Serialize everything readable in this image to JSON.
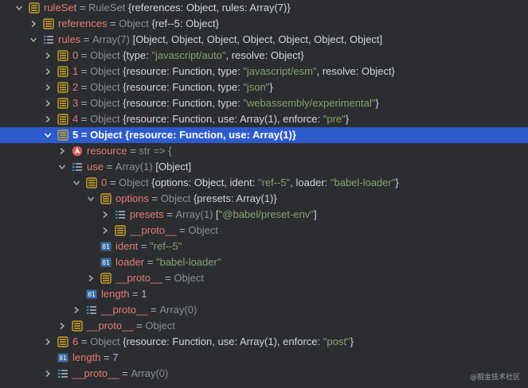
{
  "rows": [
    {
      "indent": 0,
      "toggle": "open",
      "icon": "object",
      "name": "ruleSet",
      "type": "RuleSet",
      "value": [
        [
          "{",
          ""
        ],
        [
          "references",
          "k"
        ],
        [
          ": Object, ",
          ""
        ],
        [
          "rules",
          "k"
        ],
        [
          ": Array(7)}",
          ""
        ]
      ]
    },
    {
      "indent": 1,
      "toggle": "closed",
      "icon": "object",
      "name": "references",
      "type": "Object",
      "value": [
        [
          "{",
          ""
        ],
        [
          "ref--5",
          "k"
        ],
        [
          ": Object}",
          ""
        ]
      ]
    },
    {
      "indent": 1,
      "toggle": "open",
      "icon": "array",
      "name": "rules",
      "type": "Array(7)",
      "value": [
        [
          "[Object, Object, Object, Object, Object, Object, Object]",
          ""
        ]
      ]
    },
    {
      "indent": 2,
      "toggle": "closed",
      "icon": "object",
      "name": "0",
      "type": "Object",
      "value": [
        [
          "{",
          ""
        ],
        [
          "type",
          "k"
        ],
        [
          ": ",
          ""
        ],
        [
          "\"javascript/auto\"",
          "s"
        ],
        [
          ", ",
          ""
        ],
        [
          "resolve",
          "k"
        ],
        [
          ": Object}",
          ""
        ]
      ]
    },
    {
      "indent": 2,
      "toggle": "closed",
      "icon": "object",
      "name": "1",
      "type": "Object",
      "value": [
        [
          "{",
          ""
        ],
        [
          "resource",
          "k"
        ],
        [
          ": Function, ",
          ""
        ],
        [
          "type",
          "k"
        ],
        [
          ": ",
          ""
        ],
        [
          "\"javascript/esm\"",
          "s"
        ],
        [
          ", ",
          ""
        ],
        [
          "resolve",
          "k"
        ],
        [
          ": Object}",
          ""
        ]
      ]
    },
    {
      "indent": 2,
      "toggle": "closed",
      "icon": "object",
      "name": "2",
      "type": "Object",
      "value": [
        [
          "{",
          ""
        ],
        [
          "resource",
          "k"
        ],
        [
          ": Function, ",
          ""
        ],
        [
          "type",
          "k"
        ],
        [
          ": ",
          ""
        ],
        [
          "\"json\"",
          "s"
        ],
        [
          "}",
          ""
        ]
      ]
    },
    {
      "indent": 2,
      "toggle": "closed",
      "icon": "object",
      "name": "3",
      "type": "Object",
      "value": [
        [
          "{",
          ""
        ],
        [
          "resource",
          "k"
        ],
        [
          ": Function, ",
          ""
        ],
        [
          "type",
          "k"
        ],
        [
          ": ",
          ""
        ],
        [
          "\"webassembly/experimental\"",
          "s"
        ],
        [
          "}",
          ""
        ]
      ]
    },
    {
      "indent": 2,
      "toggle": "closed",
      "icon": "object",
      "name": "4",
      "type": "Object",
      "value": [
        [
          "{",
          ""
        ],
        [
          "resource",
          "k"
        ],
        [
          ": Function, ",
          ""
        ],
        [
          "use",
          "k"
        ],
        [
          ": Array(1), ",
          ""
        ],
        [
          "enforce",
          "k"
        ],
        [
          ": ",
          ""
        ],
        [
          "\"pre\"",
          "s"
        ],
        [
          "}",
          ""
        ]
      ]
    },
    {
      "indent": 2,
      "toggle": "open",
      "icon": "object",
      "name": "5",
      "type": "Object",
      "selected": true,
      "value": [
        [
          "{",
          ""
        ],
        [
          "resource",
          "k"
        ],
        [
          ": Function, ",
          ""
        ],
        [
          "use",
          "k"
        ],
        [
          ": Array(1)}",
          ""
        ]
      ]
    },
    {
      "indent": 3,
      "toggle": "closed",
      "icon": "function",
      "name": "resource",
      "type": "",
      "value": [
        [
          "str => {",
          "t"
        ]
      ]
    },
    {
      "indent": 3,
      "toggle": "open",
      "icon": "array",
      "name": "use",
      "type": "Array(1)",
      "value": [
        [
          "[Object]",
          ""
        ]
      ]
    },
    {
      "indent": 4,
      "toggle": "open",
      "icon": "object",
      "name": "0",
      "type": "Object",
      "value": [
        [
          "{",
          ""
        ],
        [
          "options",
          "k"
        ],
        [
          ": Object, ",
          ""
        ],
        [
          "ident",
          "k"
        ],
        [
          ": ",
          ""
        ],
        [
          "\"ref--5\"",
          "s"
        ],
        [
          ", ",
          ""
        ],
        [
          "loader",
          "k"
        ],
        [
          ": ",
          ""
        ],
        [
          "\"babel-loader\"",
          "s"
        ],
        [
          "}",
          ""
        ]
      ]
    },
    {
      "indent": 5,
      "toggle": "open",
      "icon": "object",
      "name": "options",
      "type": "Object",
      "value": [
        [
          "{",
          ""
        ],
        [
          "presets",
          "k"
        ],
        [
          ": Array(1)}",
          ""
        ]
      ]
    },
    {
      "indent": 6,
      "toggle": "closed",
      "icon": "array",
      "name": "presets",
      "type": "Array(1)",
      "value": [
        [
          "[",
          ""
        ],
        [
          "\"@babel/preset-env\"",
          "s"
        ],
        [
          "]",
          ""
        ]
      ]
    },
    {
      "indent": 6,
      "toggle": "closed",
      "icon": "object",
      "name": "__proto__",
      "type": "",
      "value": [
        [
          "Object",
          "t"
        ]
      ]
    },
    {
      "indent": 5,
      "toggle": "none",
      "icon": "primitive",
      "name": "ident",
      "type": "",
      "value": [
        [
          "\"ref--5\"",
          "s"
        ]
      ]
    },
    {
      "indent": 5,
      "toggle": "none",
      "icon": "primitive",
      "name": "loader",
      "type": "",
      "value": [
        [
          "\"babel-loader\"",
          "s"
        ]
      ]
    },
    {
      "indent": 5,
      "toggle": "closed",
      "icon": "object",
      "name": "__proto__",
      "type": "",
      "value": [
        [
          "Object",
          "t"
        ]
      ]
    },
    {
      "indent": 4,
      "toggle": "none",
      "icon": "primitive",
      "name": "length",
      "type": "",
      "value": [
        [
          "1",
          "n"
        ]
      ]
    },
    {
      "indent": 4,
      "toggle": "closed",
      "icon": "array",
      "name": "__proto__",
      "type": "",
      "value": [
        [
          "Array(0)",
          "t"
        ]
      ]
    },
    {
      "indent": 3,
      "toggle": "closed",
      "icon": "object",
      "name": "__proto__",
      "type": "",
      "value": [
        [
          "Object",
          "t"
        ]
      ]
    },
    {
      "indent": 2,
      "toggle": "closed",
      "icon": "object",
      "name": "6",
      "type": "Object",
      "value": [
        [
          "{",
          ""
        ],
        [
          "resource",
          "k"
        ],
        [
          ": Function, ",
          ""
        ],
        [
          "use",
          "k"
        ],
        [
          ": Array(1), ",
          ""
        ],
        [
          "enforce",
          "k"
        ],
        [
          ": ",
          ""
        ],
        [
          "\"post\"",
          "s"
        ],
        [
          "}",
          ""
        ]
      ]
    },
    {
      "indent": 2,
      "toggle": "none",
      "icon": "primitive",
      "name": "length",
      "type": "",
      "value": [
        [
          "7",
          "n"
        ]
      ]
    },
    {
      "indent": 2,
      "toggle": "closed",
      "icon": "array",
      "name": "__proto__",
      "type": "",
      "value": [
        [
          "Array(0)",
          "t"
        ]
      ]
    }
  ],
  "watermark": "@掘金技术社区",
  "colors": {
    "background": "#2b2d30",
    "selection": "#2e5bcc",
    "name": "#e87d74",
    "string": "#89a46f",
    "icon_object": "#c9a227",
    "icon_array": "#3d8fd1",
    "icon_function": "#d35b5b"
  }
}
